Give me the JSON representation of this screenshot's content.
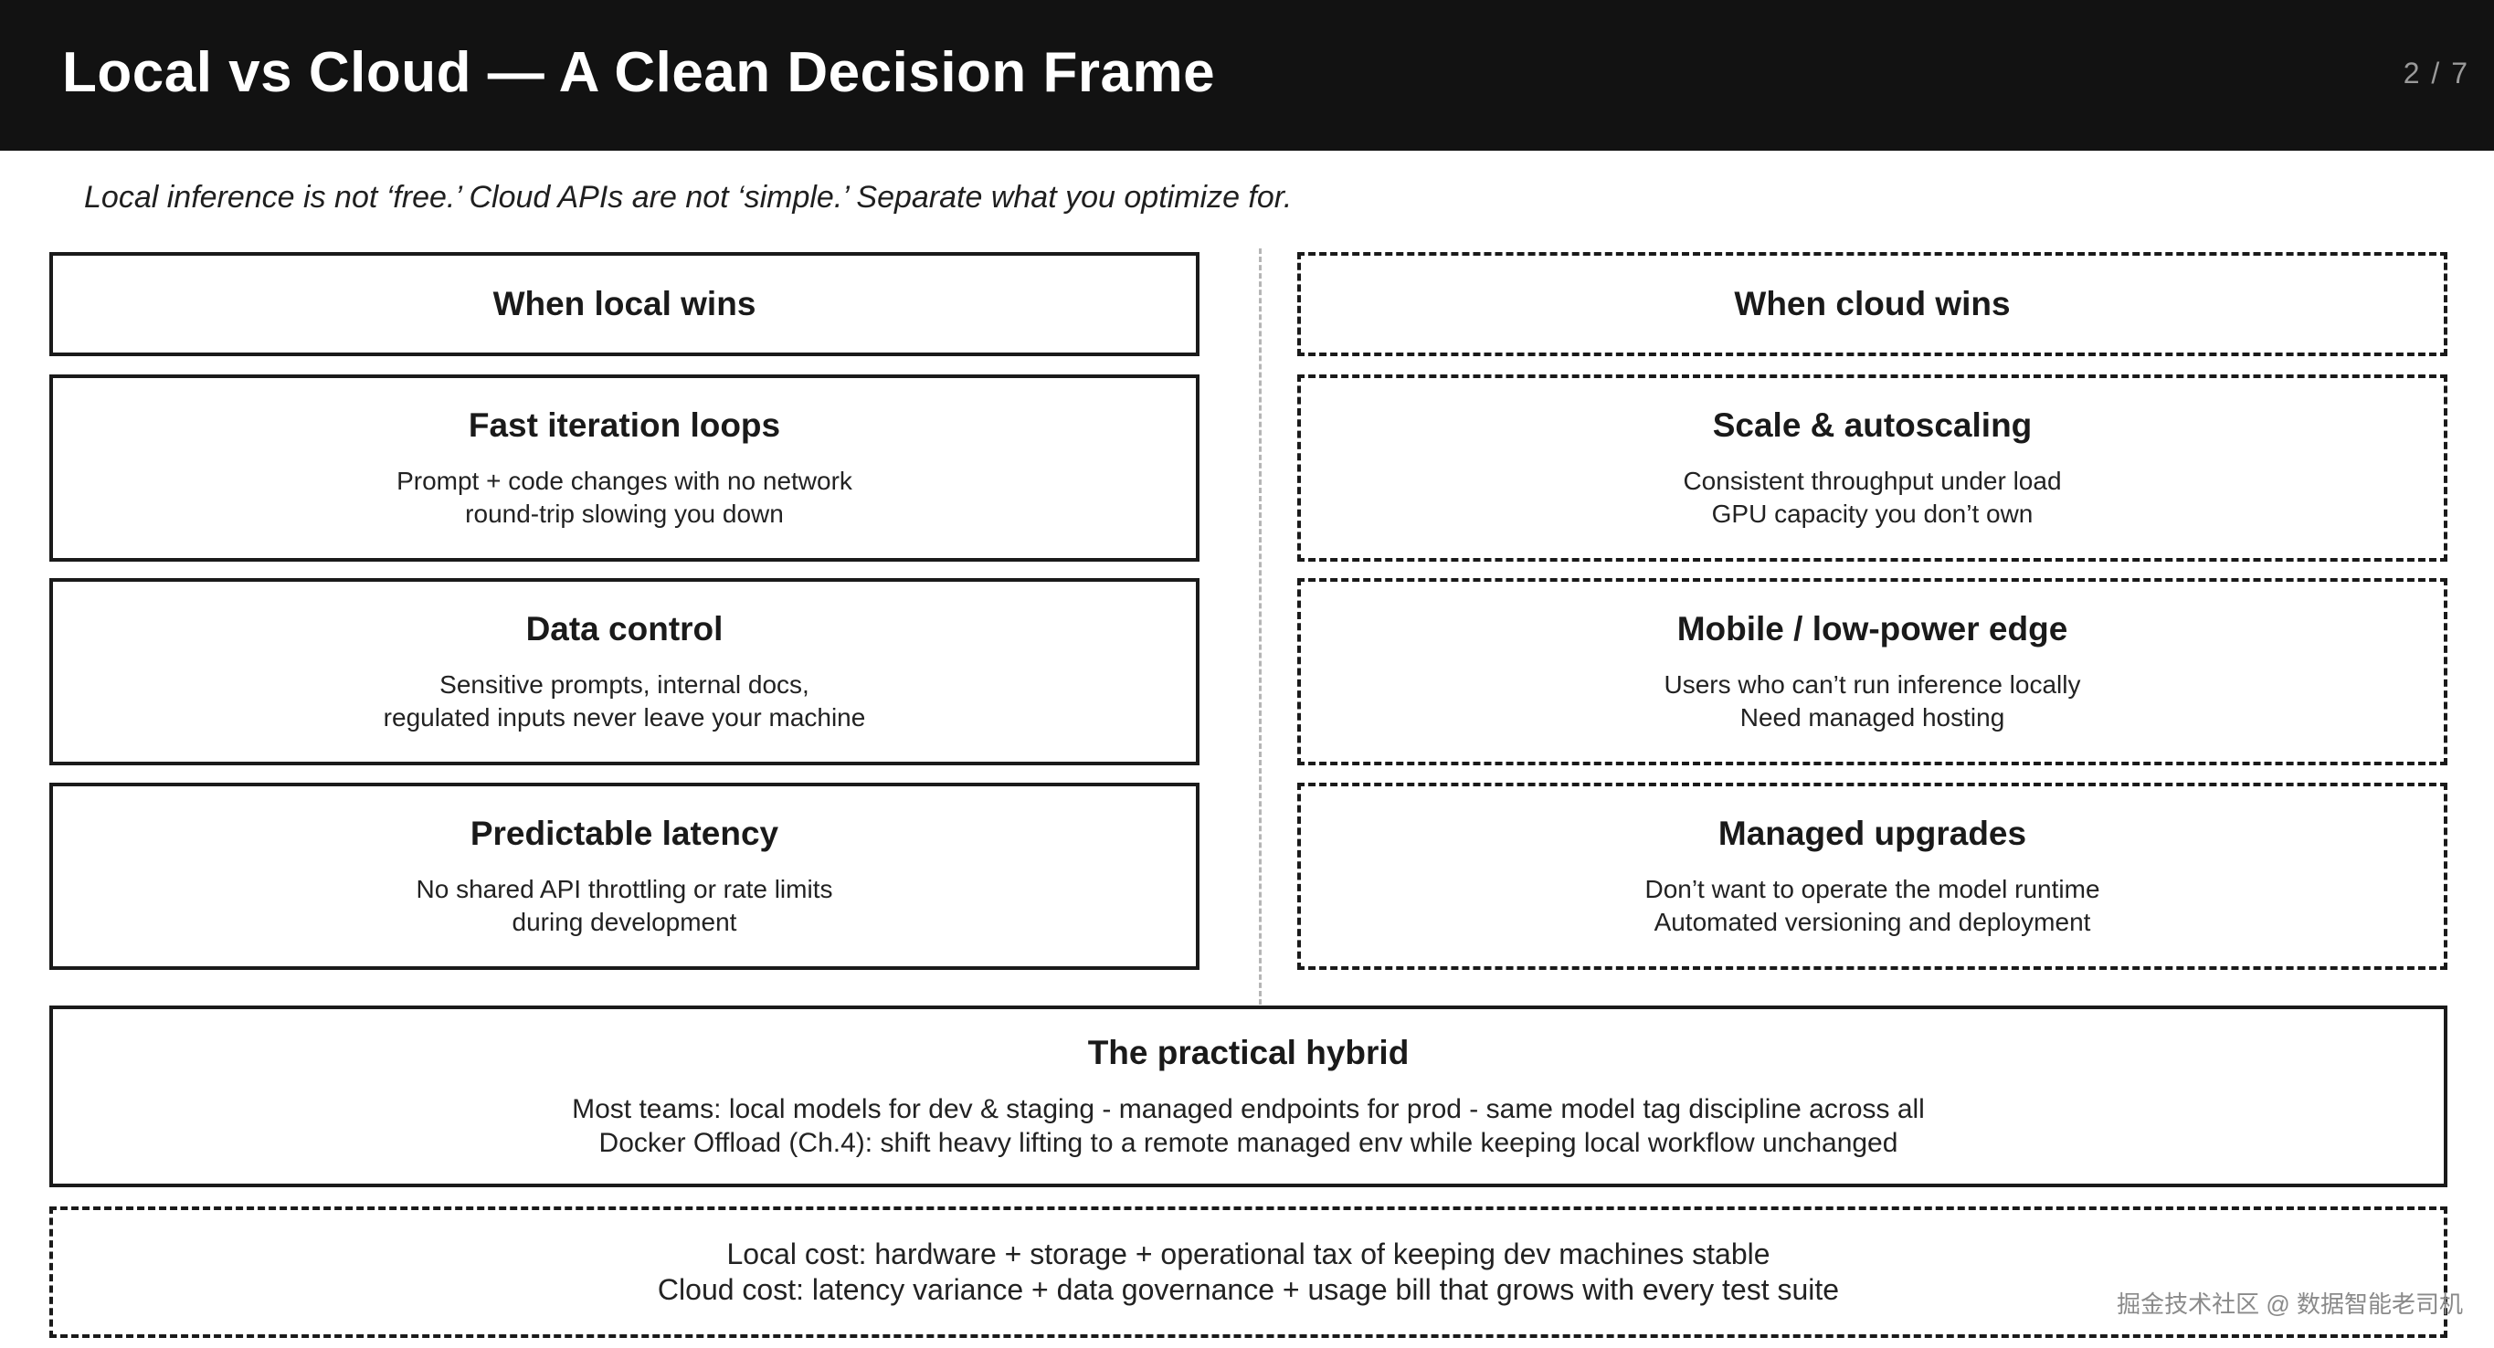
{
  "header": {
    "title": "Local vs Cloud — A Clean Decision Frame",
    "page": "2 / 7"
  },
  "subtitle": "Local inference is not ‘free.’ Cloud APIs are not ‘simple.’ Separate what you optimize for.",
  "local": {
    "heading": "When local wins",
    "cards": [
      {
        "title": "Fast iteration loops",
        "line1": "Prompt + code changes with no network",
        "line2": "round-trip slowing you down"
      },
      {
        "title": "Data control",
        "line1": "Sensitive prompts, internal docs,",
        "line2": "regulated inputs never leave your machine"
      },
      {
        "title": "Predictable latency",
        "line1": "No shared API throttling or rate limits",
        "line2": "during development"
      }
    ]
  },
  "cloud": {
    "heading": "When cloud wins",
    "cards": [
      {
        "title": "Scale & autoscaling",
        "line1": "Consistent throughput under load",
        "line2": "GPU capacity you don’t own"
      },
      {
        "title": "Mobile / low-power edge",
        "line1": "Users who can’t run inference locally",
        "line2": "Need managed hosting"
      },
      {
        "title": "Managed upgrades",
        "line1": "Don’t want to operate the model runtime",
        "line2": "Automated versioning and deployment"
      }
    ]
  },
  "hybrid": {
    "title": "The practical hybrid",
    "line1": "Most teams: local models for dev & staging - managed endpoints for prod - same model tag discipline across all",
    "line2": "Docker Offload (Ch.4): shift heavy lifting to a remote managed env while keeping local workflow unchanged"
  },
  "cost": {
    "line1": "Local cost: hardware + storage + operational tax of keeping dev machines stable",
    "line2": "Cloud cost: latency variance + data governance + usage bill that grows with every test suite"
  },
  "watermark": "掘金技术社区 @ 数据智能老司机"
}
